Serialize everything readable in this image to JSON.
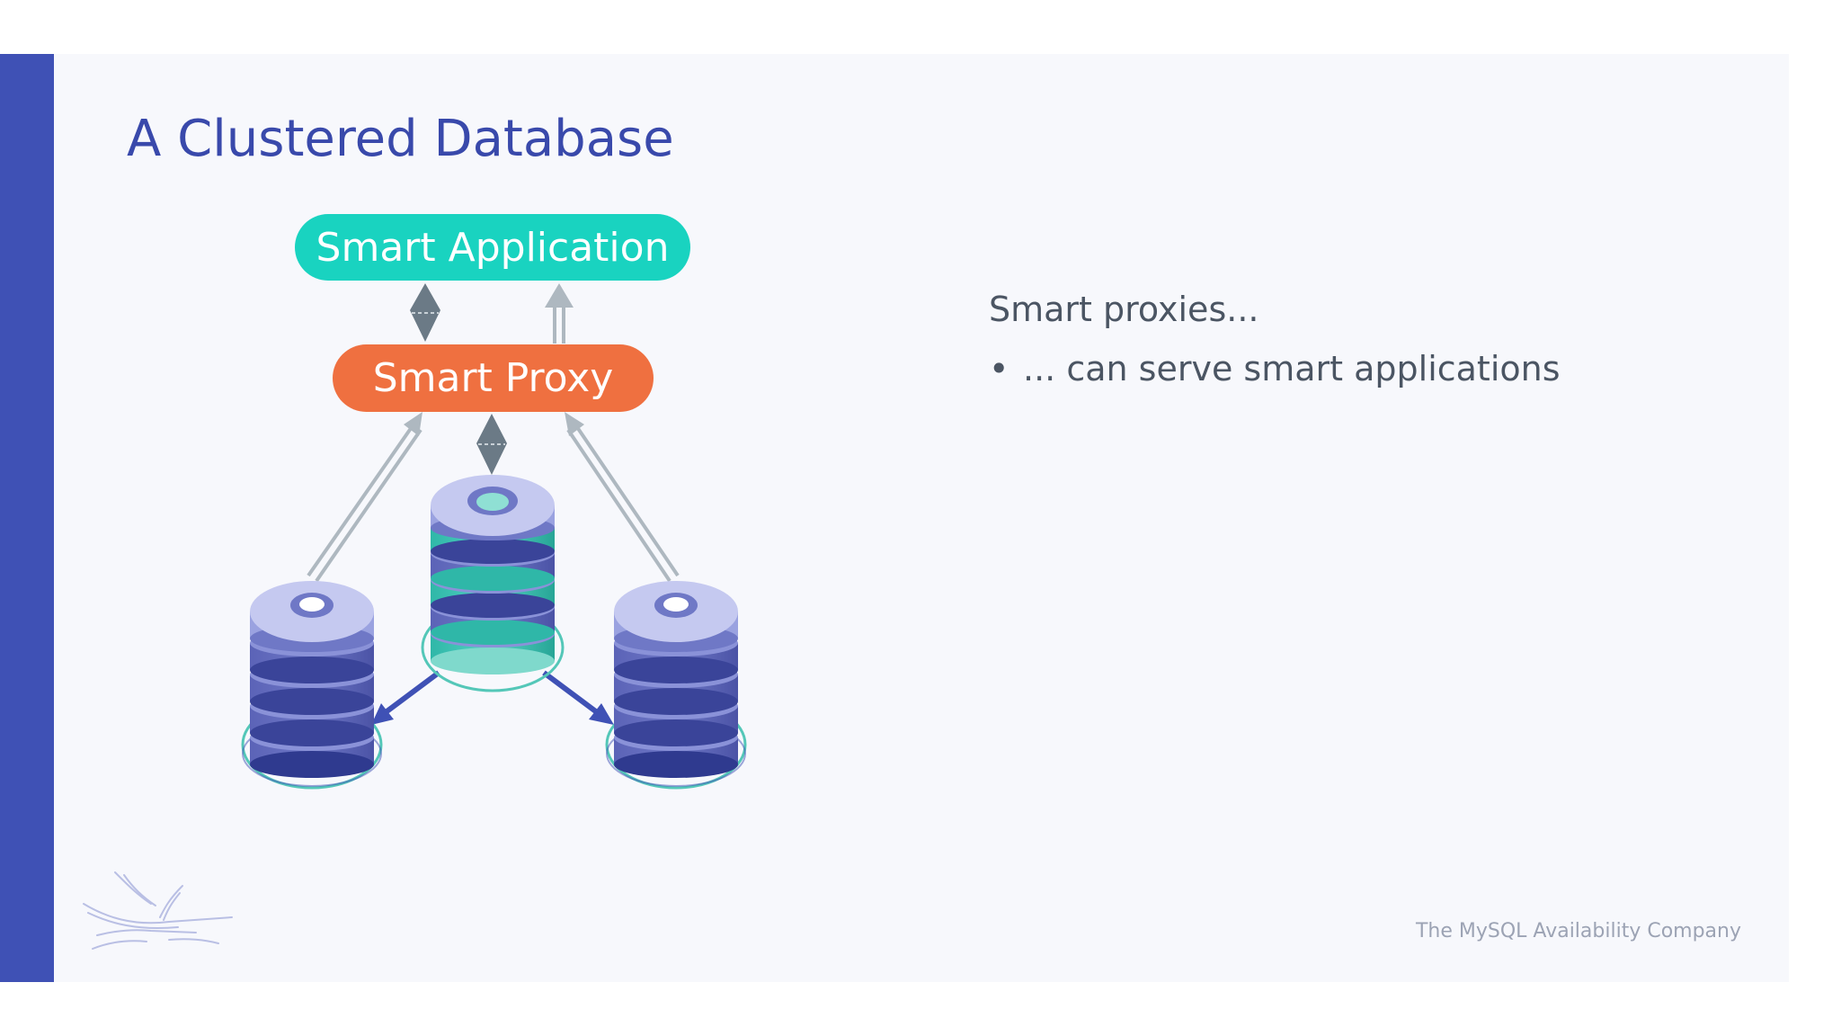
{
  "slide": {
    "title": "A Clustered Database",
    "footer": "The MySQL Availability Company"
  },
  "diagram": {
    "application_label": "Smart Application",
    "proxy_label": "Smart Proxy",
    "node_count": 3,
    "colors": {
      "application": "#19d3c0",
      "proxy": "#ef7040",
      "accent": "#3f51b5",
      "arrow_dark": "#6b7a86",
      "arrow_light": "#aeb8c0"
    }
  },
  "notes": {
    "heading": "Smart proxies...",
    "bullet_marker": "•",
    "bullets": [
      "... can serve smart applications"
    ]
  },
  "logo": {
    "icon": "bird-logo-icon"
  }
}
